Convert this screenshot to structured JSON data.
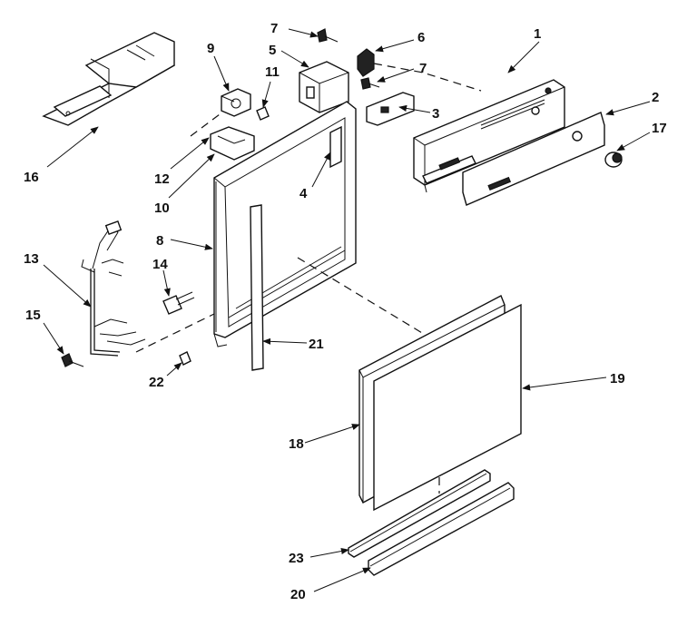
{
  "diagram": {
    "callouts": {
      "c1": "1",
      "c2": "2",
      "c3": "3",
      "c4": "4",
      "c5": "5",
      "c6": "6",
      "c7a": "7",
      "c7b": "7",
      "c8": "8",
      "c9": "9",
      "c10": "10",
      "c11": "11",
      "c12": "12",
      "c13": "13",
      "c14": "14",
      "c15": "15",
      "c16": "16",
      "c17": "17",
      "c18": "18",
      "c19": "19",
      "c20": "20",
      "c21": "21",
      "c22": "22",
      "c23": "23"
    }
  }
}
